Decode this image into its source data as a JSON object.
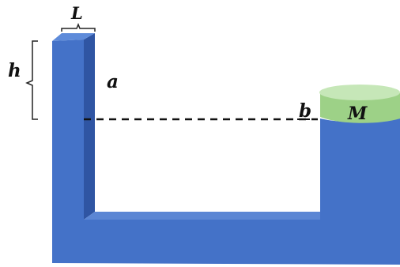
{
  "labels": {
    "L": "L",
    "h": "h",
    "a": "a",
    "b": "b",
    "M": "M"
  },
  "colors": {
    "tube_front": "#4472C8",
    "tube_side": "#2F55A3",
    "tube_top": "#5E8BDA",
    "tube_inner_top": "#5B86D4",
    "piston_top": "#C6E7B8",
    "piston_side": "#9DD187",
    "bracket": "#222222",
    "dashed_line": "#111111"
  },
  "icons": {
    "tube": "u-tube-icon",
    "piston": "piston-cylinder-icon"
  }
}
